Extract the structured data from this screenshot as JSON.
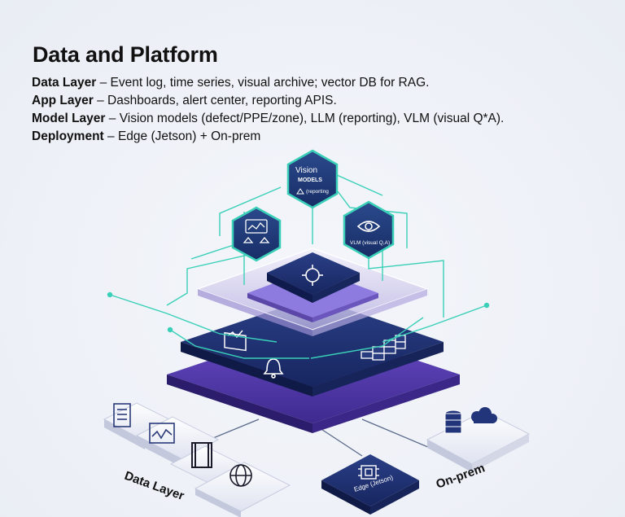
{
  "title": "Data and Platform",
  "lines": [
    {
      "label": "Data Layer",
      "sep": " – ",
      "text": "Event log, time series, visual archive; vector DB for RAG."
    },
    {
      "label": "App Layer",
      "sep": " – ",
      "text": "Dashboards, alert center, reporting APIS."
    },
    {
      "label": "Model Layer",
      "sep": " – ",
      "text": "Vision models (defect/PPE/zone), LLM (reporting), VLM (visual Q*A)."
    },
    {
      "label": "Deployment",
      "sep": " – ",
      "text": "Edge (Jetson) + On-prem"
    }
  ],
  "diagram": {
    "hex_top_line1": "Vision",
    "hex_top_line2": "MODELS",
    "hex_top_line3": "(reporting",
    "hex_right_label": "VLM (visual Q,A)",
    "data_layer_label": "Data Layer",
    "edge_label": "Edge (Jetson)",
    "onprem_label": "On-prem"
  },
  "colors": {
    "accent": "#3ad0b8",
    "hex_fill": "#1f3b73",
    "layer_dark": "#1e2f6b",
    "layer_purple": "#5b3fb4",
    "layer_light": "#e7e9f4"
  }
}
